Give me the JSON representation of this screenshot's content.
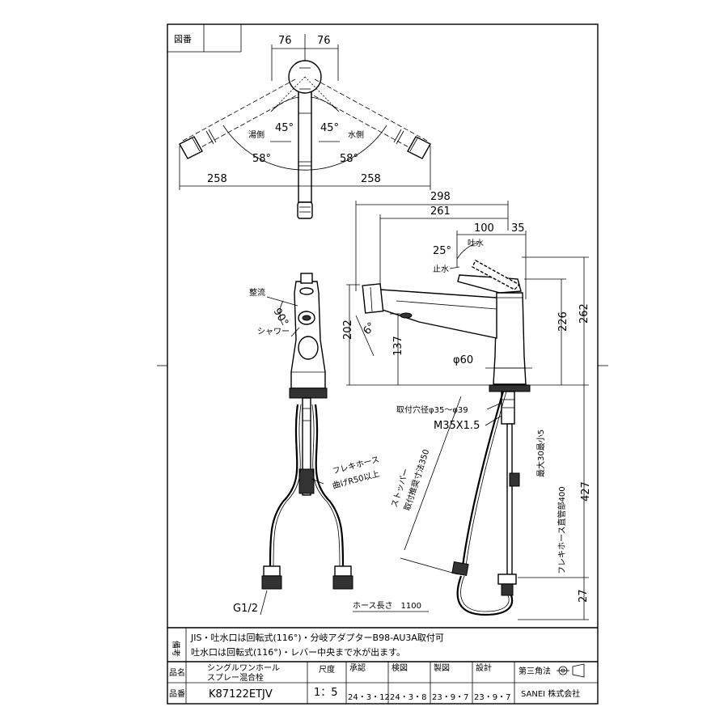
{
  "frame": {
    "figure_no_label": "図番"
  },
  "top_view": {
    "dim_left": "76",
    "dim_right": "76",
    "angle_hot": "45°",
    "angle_cold": "45°",
    "label_hot": "湯側",
    "label_cold": "水側",
    "swing_left": "58°",
    "swing_right": "58°",
    "span_left": "258",
    "span_right": "258"
  },
  "side_view": {
    "label_flow": "整流",
    "label_shower": "シャワー",
    "angle_mode": "90°",
    "hose_note_1": "フレキホース",
    "hose_note_2": "曲げR50以上",
    "thread": "G1/2"
  },
  "front_view": {
    "dim_298": "298",
    "dim_261": "261",
    "dim_100": "100",
    "dim_35": "35",
    "angle_lever": "25°",
    "label_spout": "吐水",
    "label_stop": "止水",
    "angle_head": "6°",
    "dim_202": "202",
    "dim_137": "137",
    "dim_226": "226",
    "dim_262": "262",
    "dia_60": "φ60",
    "mount_hole": "取付穴径φ35～φ39",
    "mount_thread": "M35X1.5",
    "max_thick": "最大30最小5",
    "flex_hose_len": "フレキホース直管部400",
    "dim_427": "427",
    "dim_27": "27",
    "stopper_1": "ストッパー",
    "stopper_2": "取付推奨寸法350",
    "hose_length": "ホース長さ　1100"
  },
  "title_block": {
    "remarks_label": "備考",
    "remarks_line1": "JIS・吐水口は回転式(116°)・分岐アダプターB98-AU3A取付可",
    "remarks_line2": "吐水口は回転式(116°)・レバー中央まで水が出ます。",
    "name_label": "品名",
    "name_line1": "シングルワンホール",
    "name_line2": "スプレー混合栓",
    "scale_label": "尺度",
    "scale_value": "1：5",
    "approved_label": "承認",
    "approved_date": "24・3・12",
    "checked_label": "検図",
    "checked_date": "24・3・8",
    "drawn_label": "製図",
    "drawn_date": "23・9・7",
    "designed_label": "設計",
    "designed_date": "23・9・7",
    "projection": "第三角法",
    "part_label": "品番",
    "part_number": "K87122ETJV",
    "company": "SANEI 株式会社"
  }
}
